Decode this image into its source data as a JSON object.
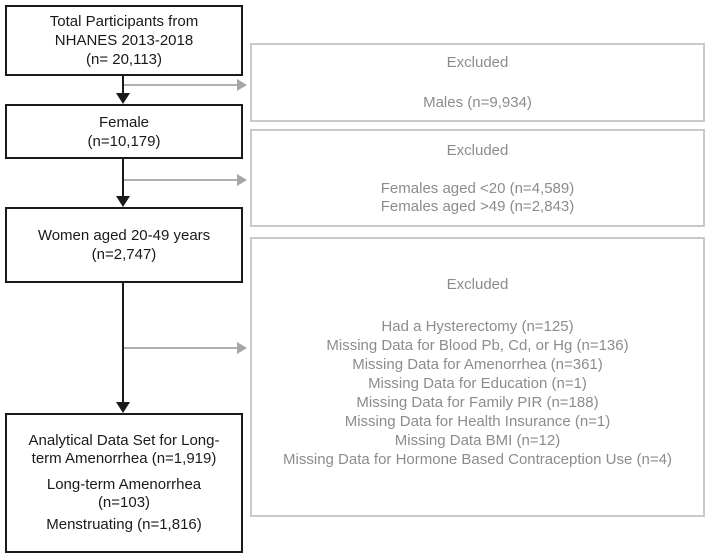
{
  "colors": {
    "main_border": "#1a1a1a",
    "main_text": "#1a1a1a",
    "excluded_border": "#c9c9c9",
    "excluded_text": "#8c8c8c",
    "arrow_black": "#1a1a1a",
    "arrow_gray": "#b0b0b0",
    "arrowhead_gray": "#a6a6a6"
  },
  "main_boxes": [
    {
      "name": "total-participants",
      "lines": [
        "Total Participants from",
        "NHANES 2013-2018",
        "(n= 20,113)"
      ]
    },
    {
      "name": "female",
      "lines": [
        "Female",
        "(n=10,179)"
      ]
    },
    {
      "name": "women-aged-20-49",
      "lines": [
        "Women aged 20-49 years",
        "(n=2,747)"
      ]
    },
    {
      "name": "analytical-data-set",
      "paragraphs": [
        {
          "lines": [
            "Analytical Data Set for Long-",
            "term Amenorrhea (n=1,919)"
          ]
        },
        {
          "lines": [
            "Long-term Amenorrhea",
            "(n=103)"
          ]
        },
        {
          "lines": [
            "Menstruating (n=1,816)"
          ]
        }
      ]
    }
  ],
  "excluded_boxes": [
    {
      "title": "Excluded",
      "items": [
        "Males (n=9,934)"
      ]
    },
    {
      "title": "Excluded",
      "items": [
        "Females aged <20 (n=4,589)",
        "Females aged >49 (n=2,843)"
      ]
    },
    {
      "title": "Excluded",
      "items": [
        "Had a Hysterectomy (n=125)",
        "Missing Data for Blood Pb, Cd, or Hg (n=136)",
        "Missing Data for Amenorrhea (n=361)",
        "Missing Data for Education (n=1)",
        "Missing Data for Family PIR (n=188)",
        "Missing Data for Health Insurance (n=1)",
        "Missing Data BMI (n=12)",
        "Missing Data for Hormone Based Contraception Use (n=4)"
      ]
    }
  ]
}
